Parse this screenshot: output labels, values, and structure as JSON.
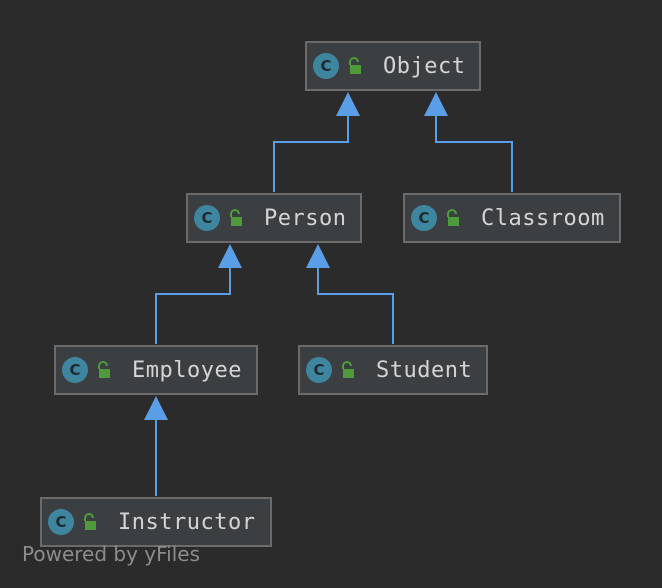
{
  "diagram": {
    "nodes": {
      "object": {
        "label": "Object"
      },
      "person": {
        "label": "Person"
      },
      "classroom": {
        "label": "Classroom"
      },
      "employee": {
        "label": "Employee"
      },
      "student": {
        "label": "Student"
      },
      "instructor": {
        "label": "Instructor"
      }
    },
    "edges": [
      {
        "from": "person",
        "to": "object"
      },
      {
        "from": "classroom",
        "to": "object"
      },
      {
        "from": "employee",
        "to": "person"
      },
      {
        "from": "student",
        "to": "person"
      },
      {
        "from": "instructor",
        "to": "employee"
      }
    ],
    "class_icon": {
      "name": "class-c-icon",
      "glyph": "C",
      "color": "#3e86a0"
    },
    "access_icon": {
      "name": "public-lock-icon",
      "color": "#4f9a3a"
    },
    "edge_color": "#5b9ee8",
    "background": "#2b2b2b",
    "watermark": "Powered by yFiles"
  }
}
